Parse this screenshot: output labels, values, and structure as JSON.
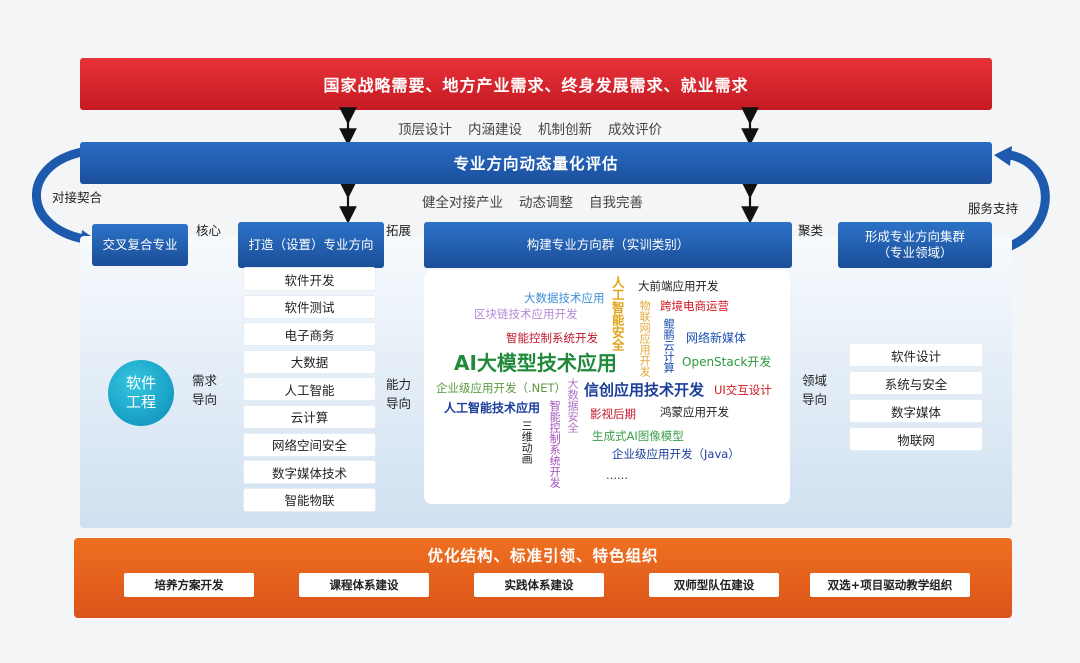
{
  "top_banner": "国家战略需要、地方产业需求、终身发展需求、就业需求",
  "mid_row1": [
    "顶层设计",
    "内涵建设",
    "机制创新",
    "成效评价"
  ],
  "eval_bar": "专业方向动态量化评估",
  "mid_row2": [
    "健全对接产业",
    "动态调整",
    "自我完善"
  ],
  "side_left": "对接契合",
  "side_right": "服务支持",
  "flow": {
    "box1": "交叉复合专业",
    "arrow1": "核心",
    "box2": "打造（设置）专业方向",
    "arrow2": "拓展",
    "box3": "构建专业方向群（实训类别）",
    "arrow3": "聚类",
    "box4_line1": "形成专业方向集群",
    "box4_line2": "（专业领域）"
  },
  "circle_line1": "软件",
  "circle_line2": "工程",
  "label_demand": [
    "需求",
    "导向"
  ],
  "label_ability": [
    "能力",
    "导向"
  ],
  "label_domain": [
    "领域",
    "导向"
  ],
  "directions": [
    "软件开发",
    "软件测试",
    "电子商务",
    "大数据",
    "人工智能",
    "云计算",
    "网络空间安全",
    "数字媒体技术",
    "智能物联"
  ],
  "domains": [
    "软件设计",
    "系统与安全",
    "数字媒体",
    "物联网"
  ],
  "cloud": {
    "bigdata_app": "大数据技术应用",
    "blockchain": "区块链技术应用开发",
    "smart_control": "智能控制系统开发",
    "ai_big": "AI大模型技术应用",
    "enterprise_net": "企业级应用开发（.NET）",
    "ai_app": "人工智能技术应用",
    "ai_security_v": "人工智能安全",
    "iot_v": "物联网应用开发",
    "frontend": "大前端应用开发",
    "crossborder": "跨境电商运营",
    "kunpeng_v": "鲲鹏云计算",
    "netmedia": "网络新媒体",
    "openstack": "OpenStack开发",
    "xinchuang": "信创应用技术开发",
    "ui": "UI交互设计",
    "bigdata_sec_v": "大数据安全",
    "video": "影视后期",
    "harmony": "鸿蒙应用开发",
    "anim3d_v": "三维动画",
    "smart_ctrl_v": "智能控制系统开发",
    "gen_ai": "生成式AI图像模型",
    "enterprise_java": "企业级应用开发（Java）",
    "ellipsis": "……"
  },
  "bottom_title": "优化结构、标准引领、特色组织",
  "bottom_buttons": [
    "培养方案开发",
    "课程体系建设",
    "实践体系建设",
    "双师型队伍建设",
    "双选+项目驱动教学组织"
  ],
  "colors": {
    "red": "#d62028",
    "blue": "#1d5aad",
    "orange": "#e8631c",
    "cyan": "#13a3c9"
  }
}
